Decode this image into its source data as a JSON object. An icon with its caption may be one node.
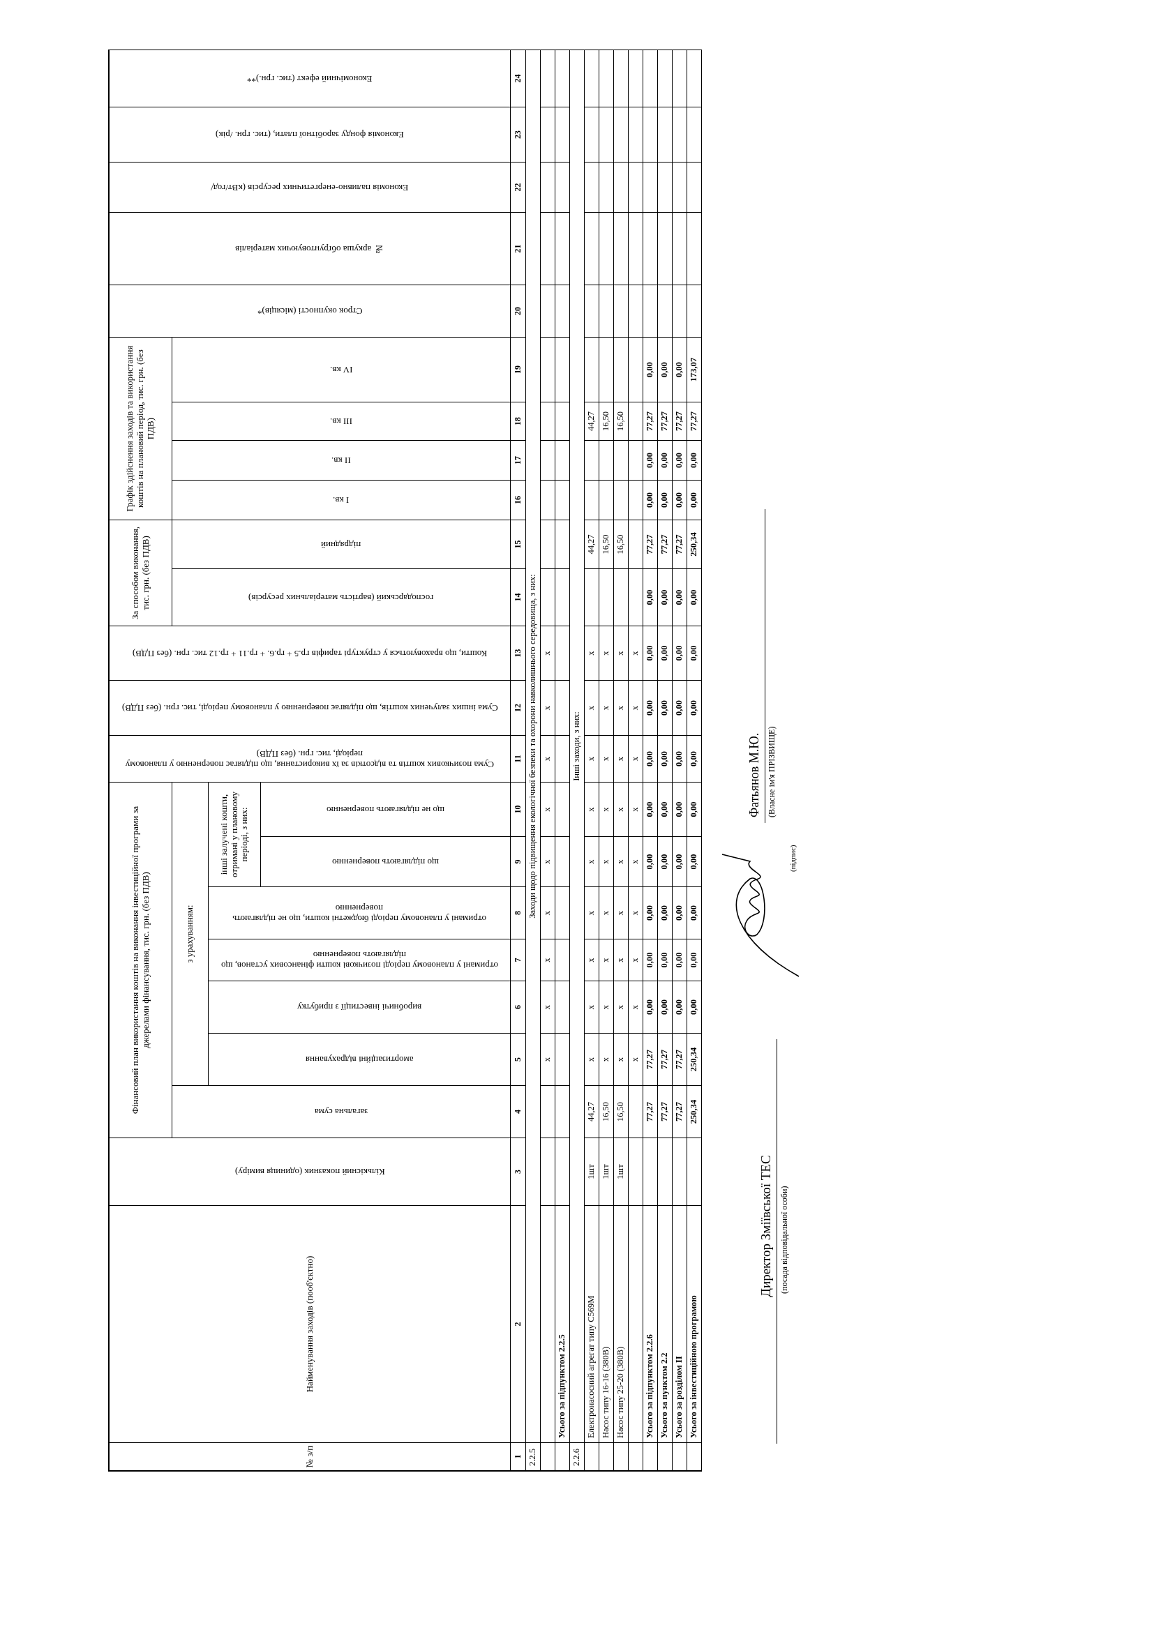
{
  "diagram": {
    "labels": [
      "№ з/п",
      "Найменування заходів (пооб'єктно)",
      "Кількісний показник (одиниця виміру)",
      "Фінансовий план використання коштів на виконання інвестиційної програми за джерелами фінансування, тис. грн. (без ПДВ)",
      "Сума позичкових коштів та відсотків за їх використання, що підлягає поверненню у плановому періоді, тис. грн. (без ПДВ)",
      "Сума інших залучених коштів, що підлягає поверненню у плановому періоді, тис. грн. (без ПДВ)",
      "Кошти, що враховуються у структурі тарифів гр.5 + гр.6. + гр.11 + гр.12 тис. грн. (без ПДВ)",
      "За способом виконання, тис. грн. (без ПДВ)",
      "Графік здійснення заходів та використання коштів на плановий період, тис. грн. (без ПДВ)",
      "Строк окупності (місяців)*",
      "№ аркуша обґрунтовуючих матеріалів",
      "Економія паливно-енергетичних ресурсів (кВт/год/",
      "Економія фонду заробітної плати, (тис. грн. /рік)",
      "Економічний ефект (тис. грн.)**",
      "загальна сума",
      "з урахуванням:",
      "господарський (вартість матеріальних ресурсів)",
      "підрядний",
      "I кв.",
      "II кв.",
      "III кв.",
      "IV кв.",
      "амортизаційні відрахування",
      "виробничі інвестиції з прибутку",
      "отримані у плановому періоді позичкові кошти фінансових установ, що підлягають поверненню",
      "отримані у плановому періоді бюджетні кошти, що не підлягають поверненню",
      "інші залучені кошти, отримані у плановому періоді, з них:",
      "що підлягають поверненню",
      "що не підлягають поверненню",
      "1",
      "2",
      "3",
      "4",
      "5",
      "6",
      "7",
      "8",
      "9",
      "10",
      "11",
      "12",
      "13",
      "14",
      "15",
      "16",
      "17",
      "18",
      "19",
      "20",
      "21",
      "22",
      "23",
      "24",
      "2.2.5",
      "Заходи щодо підвищення екологічної безпеки та охорони навколишнього середовища, з них:",
      "х",
      "х",
      "х",
      "х",
      "х",
      "х",
      "х",
      "х",
      "х",
      "Усього за підпунктом 2.2.5",
      "2.2.6",
      "Інші заходи, з них:",
      "Електронасосний агрегат типу С569М",
      "1шт",
      "44,27",
      "х",
      "х",
      "х",
      "х",
      "х",
      "х",
      "х",
      "х",
      "х",
      "44,27",
      "44,27",
      "Насос типу 16-16 (380В)",
      "1шт",
      "16,50",
      "х",
      "х",
      "х",
      "х",
      "х",
      "х",
      "х",
      "х",
      "х",
      "16,50",
      "16,50",
      "Насос типу 25-20 (380В)",
      "1шт",
      "16,50",
      "х",
      "х",
      "х",
      "х",
      "х",
      "х",
      "х",
      "х",
      "х",
      "16,50",
      "16,50",
      "х",
      "х",
      "х",
      "х",
      "х",
      "х",
      "х",
      "х",
      "х",
      "Усього за підпунктом 2.2.6",
      "77,27",
      "77,27",
      "0,00",
      "0,00",
      "0,00",
      "0,00",
      "0,00",
      "0,00",
      "0,00",
      "0,00",
      "0,00",
      "77,27",
      "0,00",
      "0,00",
      "77,27",
      "0,00",
      "Усього за пунктом 2.2",
      "77,27",
      "77,27",
      "0,00",
      "0,00",
      "0,00",
      "0,00",
      "0,00",
      "0,00",
      "0,00",
      "0,00",
      "0,00",
      "77,27",
      "0,00",
      "0,00",
      "77,27",
      "0,00",
      "Усього за розділом II",
      "77,27",
      "77,27",
      "0,00",
      "0,00",
      "0,00",
      "0,00",
      "0,00",
      "0,00",
      "0,00",
      "0,00",
      "0,00",
      "77,27",
      "0,00",
      "0,00",
      "77,27",
      "0,00",
      "Усього за інвестиційною програмою",
      "250,34",
      "250,34",
      "0,00",
      "0,00",
      "0,00",
      "0,00",
      "0,00",
      "0,00",
      "0,00",
      "0,00",
      "0,00",
      "250,34",
      "0,00",
      "0,00",
      "77,27",
      "173,07",
      "Директор Зміївської ТЕС",
      "(посада відповідальної особи)",
      "(підпис)",
      "Фатьянов М.Ю.",
      "(Власне ім'я ПРІЗВИЩЕ)"
    ]
  }
}
